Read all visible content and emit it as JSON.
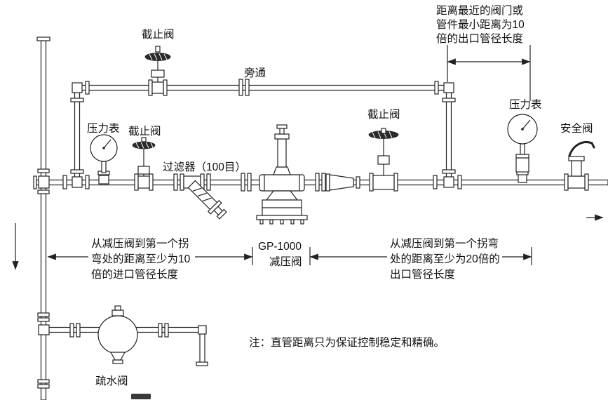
{
  "labels": {
    "bypass_stop_valve": "截止阀",
    "bypass": "旁通",
    "inlet_pressure_gauge": "压力表",
    "inlet_stop_valve": "截止阀",
    "strainer": "过滤器（100目）",
    "prv_model": "GP-1000",
    "prv_name": "减压阀",
    "outlet_stop_valve": "截止阀",
    "outlet_pressure_gauge": "压力表",
    "safety_valve": "安全阀",
    "steam_trap": "疏水阀"
  },
  "annotations": {
    "outlet_clearance": [
      "距离最近的阀门或",
      "管件最小距离为10",
      "倍的出口管径长度"
    ],
    "inlet_straight_run": [
      "从减压阀到第一个拐",
      "弯处的距离至少为10",
      "倍的进口管径长度"
    ],
    "outlet_straight_run": [
      "从减压阀到第一个拐弯",
      "处的距离至少为20倍的",
      "出口管径长度"
    ],
    "note": "注：直管距离只为保证控制稳定和精确。"
  },
  "colors": {
    "line": "#222222",
    "background": "#ffffff",
    "text": "#111111"
  }
}
